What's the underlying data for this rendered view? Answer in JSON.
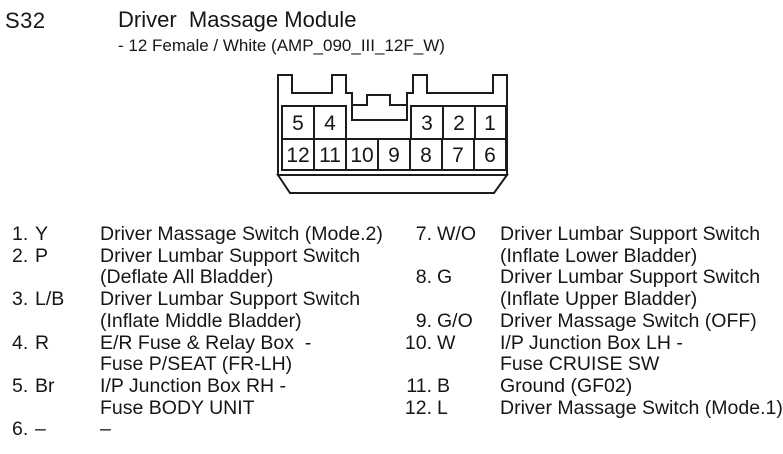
{
  "header": {
    "connector_id": "S32",
    "title": "Driver  Massage Module",
    "subtitle": "- 12 Female / White (AMP_090_III_12F_W)"
  },
  "connector": {
    "description": "12-cavity female connector drawing, numbered cavities",
    "top_row": [
      "5",
      "4",
      "3",
      "2",
      "1"
    ],
    "bottom_row": [
      "12",
      "11",
      "10",
      "9",
      "8",
      "7",
      "6"
    ],
    "line_color": "#1c1c1c",
    "body_color": "#ffffff"
  },
  "pins": [
    {
      "num": "1.",
      "color": "Y",
      "lines": [
        "Driver Massage Switch (Mode.2)"
      ]
    },
    {
      "num": "2.",
      "color": "P",
      "lines": [
        "Driver Lumbar Support Switch",
        "(Deflate All Bladder)"
      ]
    },
    {
      "num": "3.",
      "color": "L/B",
      "lines": [
        "Driver Lumbar Support Switch",
        "(Inflate Middle Bladder)"
      ]
    },
    {
      "num": "4.",
      "color": "R",
      "lines": [
        "E/R Fuse & Relay Box  -",
        "Fuse P/SEAT (FR-LH)"
      ]
    },
    {
      "num": "5.",
      "color": "Br",
      "lines": [
        "I/P Junction Box RH -",
        "Fuse BODY UNIT"
      ]
    },
    {
      "num": "6.",
      "color": "–",
      "lines": [
        "–"
      ]
    },
    {
      "num": "7.",
      "color": "W/O",
      "lines": [
        "Driver Lumbar Support Switch",
        "(Inflate Lower Bladder)"
      ]
    },
    {
      "num": "8.",
      "color": "G",
      "lines": [
        "Driver Lumbar Support Switch",
        "(Inflate Upper Bladder)"
      ]
    },
    {
      "num": "9.",
      "color": "G/O",
      "lines": [
        "Driver Massage Switch (OFF)"
      ]
    },
    {
      "num": "10.",
      "color": "W",
      "lines": [
        "I/P Junction Box LH -",
        "Fuse CRUISE SW"
      ]
    },
    {
      "num": "11.",
      "color": "B",
      "lines": [
        "Ground (GF02)"
      ]
    },
    {
      "num": "12.",
      "color": "L",
      "lines": [
        "Driver Massage Switch (Mode.1)"
      ]
    }
  ]
}
